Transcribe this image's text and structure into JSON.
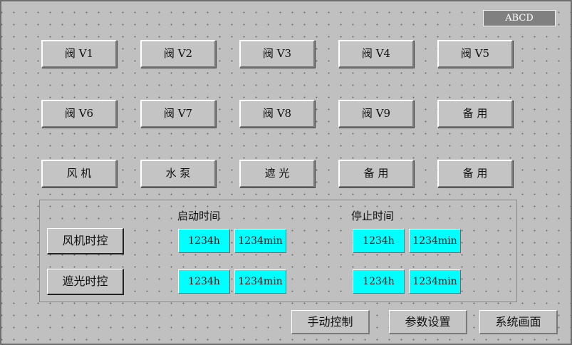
{
  "header": {
    "title": "ABCD"
  },
  "valves": {
    "row1": [
      "阀 V1",
      "阀 V2",
      "阀 V3",
      "阀 V4",
      "阀 V5"
    ],
    "row2": [
      "阀 V6",
      "阀 V7",
      "阀 V8",
      "阀 V9",
      "备 用"
    ],
    "row3": [
      "风 机",
      "水 泵",
      "遮 光",
      "备 用",
      "备 用"
    ]
  },
  "timer_panel": {
    "start_label": "启动时间",
    "stop_label": "停止时间",
    "rows": [
      {
        "label": "风机时控",
        "start_h": "1234h",
        "start_min": "1234min",
        "stop_h": "1234h",
        "stop_min": "1234min"
      },
      {
        "label": "遮光时控",
        "start_h": "1234h",
        "start_min": "1234min",
        "stop_h": "1234h",
        "stop_min": "1234min"
      }
    ]
  },
  "nav": {
    "manual": "手动控制",
    "params": "参数设置",
    "system": "系统画面"
  },
  "colors": {
    "background": "#c0c0c0",
    "field": "#00ffff",
    "title_box": "#808080"
  }
}
